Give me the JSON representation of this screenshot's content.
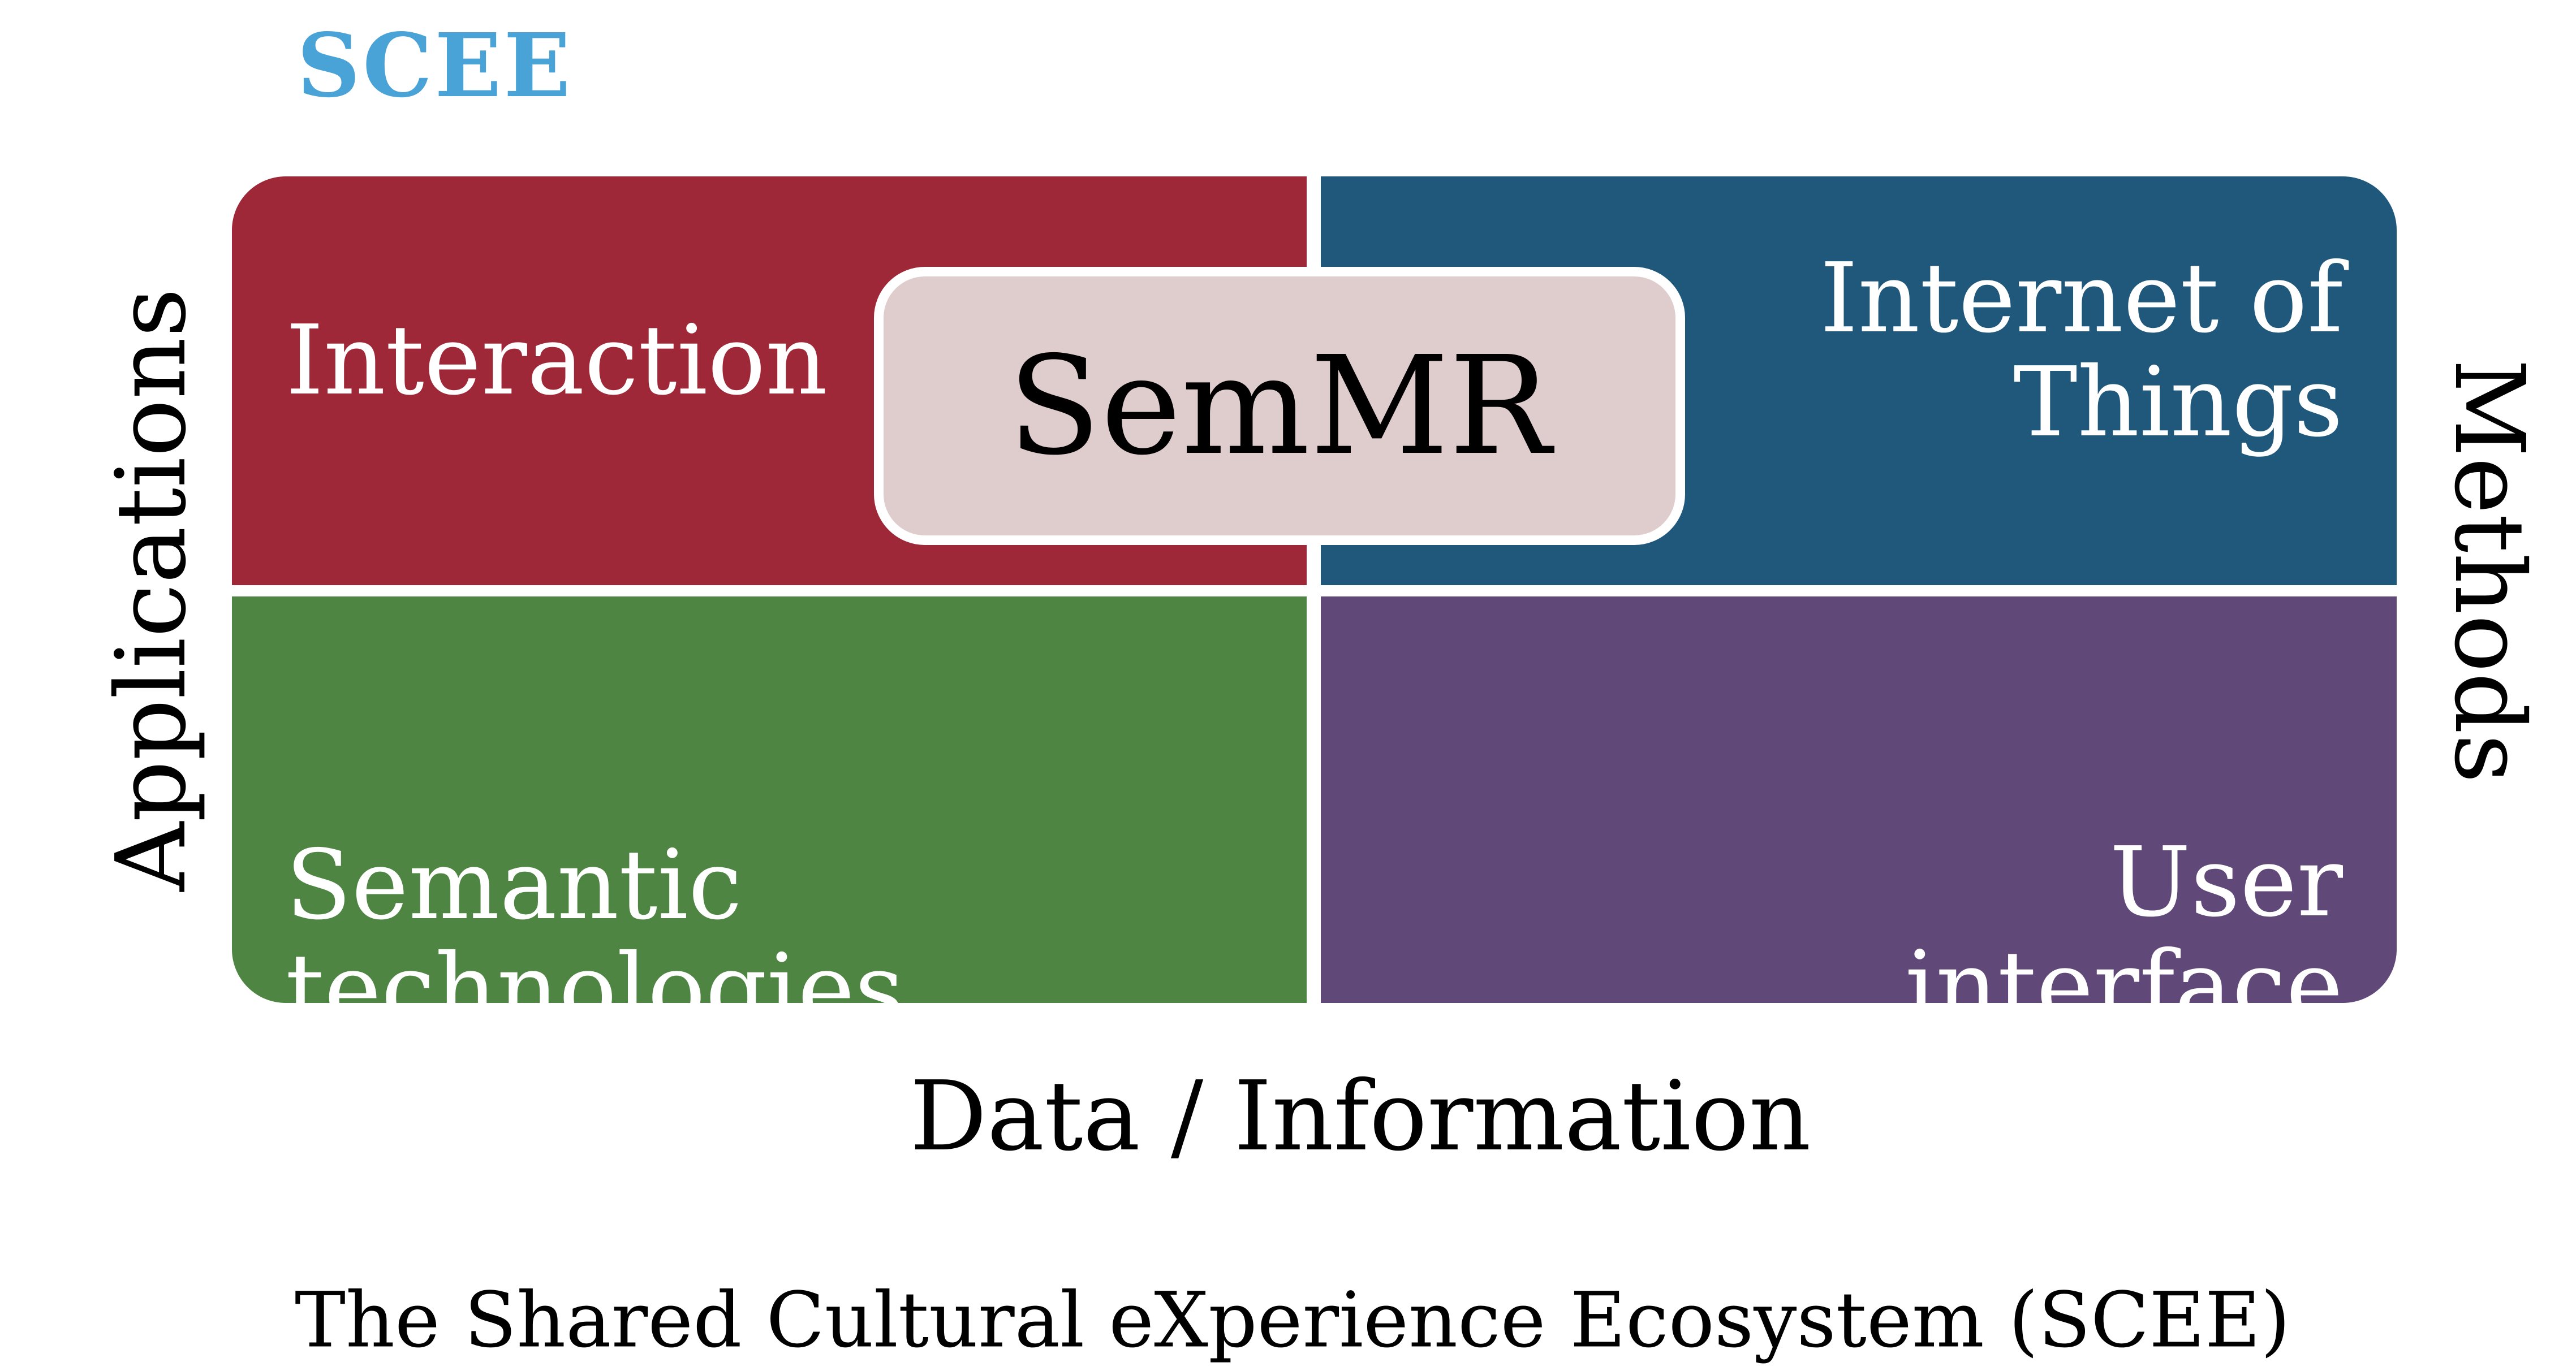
{
  "diagram": {
    "brand": {
      "label": "SCEE",
      "color": "#4aa3d6"
    },
    "core": {
      "label": "SemMR",
      "color": "#dfcccd"
    },
    "quadrants": [
      {
        "position": "top-left",
        "lines": [
          "Interaction"
        ],
        "color": "#9e2837"
      },
      {
        "position": "top-right",
        "lines": [
          "Internet of",
          "Things"
        ],
        "color": "#1f587b"
      },
      {
        "position": "bottom-left",
        "lines": [
          "Semantic",
          "technologies"
        ],
        "color": "#4f8542"
      },
      {
        "position": "bottom-right",
        "lines": [
          "User",
          "interface"
        ],
        "color": "#604878"
      }
    ],
    "axes": {
      "left": "Applications",
      "right": "Methods",
      "bottom": "Data / Information"
    },
    "caption": "The Shared Cultural eXperience Ecosystem (SCEE)"
  }
}
